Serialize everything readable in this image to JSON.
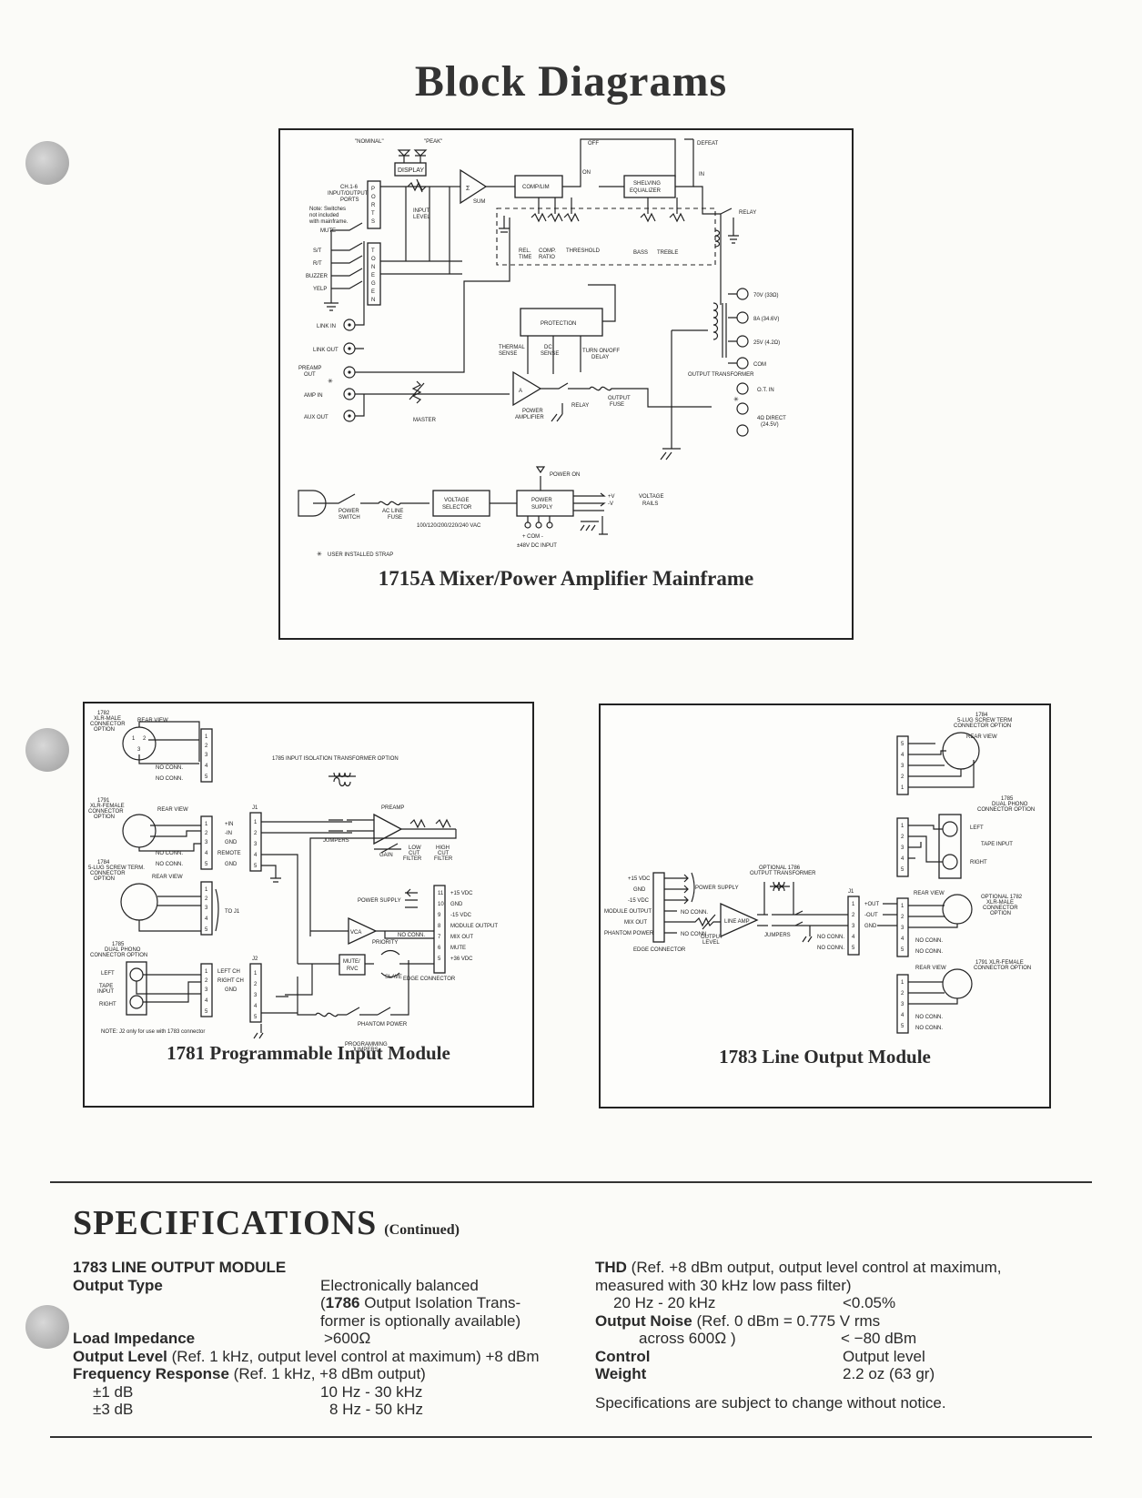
{
  "page_title": "Block Diagrams",
  "diagram_main": {
    "caption": "1715A Mixer/Power Amplifier Mainframe",
    "labels": {
      "nominal": "\"NOMINAL\"",
      "peak": "\"PEAK\"",
      "display": "DISPLAY",
      "ch": "CH.1-6",
      "io": "INPUT/OUTPUT",
      "ports_lbl": "PORTS",
      "note1": "Note: Switches",
      "note2": "not included",
      "note3": "with mainframe.",
      "mute": "MUTE",
      "st": "S/T",
      "rt": "R/T",
      "buzzer": "BUZZER",
      "yelp": "YELP",
      "ports": "PORTS",
      "tonegen": "TONE GEN",
      "input_level1": "INPUT",
      "input_level2": "LEVEL",
      "sum": "SUM",
      "compl": "COMP/LIM",
      "shelving1": "SHELVING",
      "shelving2": "EQUALIZER",
      "off": "OFF",
      "on": "ON",
      "defeat": "DEFEAT",
      "in": "IN",
      "relay": "RELAY",
      "rel": "REL.",
      "time": "TIME",
      "comp": "COMP.",
      "ratio": "RATIO",
      "threshold": "THRESHOLD",
      "bass": "BASS",
      "treble": "TREBLE",
      "v70": "70V (33Ω)",
      "a8": "8A (34.6V)",
      "v25": "25V (4.2Ω)",
      "com": "COM",
      "out_xfmr": "OUTPUT TRANSFORMER",
      "ot_in": "O.T. IN",
      "direct1": "4Ω DIRECT",
      "direct2": "(24.5V)",
      "protection": "PROTECTION",
      "thermal1": "THERMAL",
      "thermal2": "SENSE",
      "dc1": "DC",
      "dc2": "SENSE",
      "turnon1": "TURN ON/OFF",
      "turnon2": "DELAY",
      "link_in": "LINK IN",
      "link_out": "LINK OUT",
      "preamp_out1": "PREAMP",
      "preamp_out2": "OUT",
      "amp_in": "AMP IN",
      "aux_out": "AUX OUT",
      "master": "MASTER",
      "power_amp1": "POWER",
      "power_amp2": "AMPLIFIER",
      "relay2": "RELAY",
      "out_fuse1": "OUTPUT",
      "out_fuse2": "FUSE",
      "amp_a": "A",
      "power_on": "POWER ON",
      "power_switch1": "POWER",
      "power_switch2": "SWITCH",
      "acfuse1": "AC LINE",
      "acfuse2": "FUSE",
      "vsel1": "VOLTAGE",
      "vsel2": "SELECTOR",
      "psu1": "POWER",
      "psu2": "SUPPLY",
      "vac": "100/120/200/220/240 VAC",
      "plusv": "+V",
      "minusv": "-V",
      "rails1": "VOLTAGE",
      "rails2": "RAILS",
      "plus_com_minus": "+  COM  -",
      "dc_input": "±48V DC INPUT",
      "strap": "USER INSTALLED STRAP"
    }
  },
  "diagram_1781": {
    "caption": "1781 Programmable Input Module",
    "labels": {
      "xlr_male1": "1782",
      "xlr_male2": "XLR-MALE",
      "xlr_male3": "CONNECTOR",
      "xlr_male4": "OPTION",
      "rear_view": "REAR VIEW",
      "no_conn": "NO CONN.",
      "xlr_female1": "1791",
      "xlr_female2": "XLR-FEMALE",
      "xlr_female3": "CONNECTOR",
      "xlr_female4": "OPTION",
      "screw1": "1784",
      "screw2": "5-LUG SCREW TERM.",
      "screw3": "CONNECTOR",
      "screw4": "OPTION",
      "phono1": "1785",
      "phono2": "DUAL PHONO",
      "phono3": "CONNECTOR OPTION",
      "left": "LEFT",
      "tape1": "TAPE",
      "tape2": "INPUT",
      "right": "RIGHT",
      "xfmr_opt": "1785 INPUT ISOLATION TRANSFORMER OPTION",
      "preamp": "PREAMP",
      "jumpers": "JUMPERS",
      "gain": "GAIN",
      "low_cut1": "LOW",
      "low_cut2": "CUT",
      "high_cut1": "HIGH",
      "high_cut2": "CUT",
      "filter": "FILTER",
      "in_plus": "+IN",
      "in_minus": "-IN",
      "gnd": "GND",
      "remote": "REMOTE",
      "to_j1": "TO J1",
      "left_ch": "LEFT CH",
      "right_ch": "RIGHT CH",
      "j1": "J1",
      "j2": "J2",
      "power_supply": "POWER SUPPLY",
      "v15p": "+15 VDC",
      "gnd2": "GND",
      "v15m": "-15 VDC",
      "module_output": "MODULE OUTPUT",
      "mix_out": "MIX OUT",
      "mute": "MUTE",
      "v36": "+36 VDC",
      "vca": "VCA",
      "priority": "PRIORITY",
      "mute_rvc1": "MUTE/",
      "mute_rvc2": "RVC",
      "slave": "SLAVE",
      "edge": "EDGE CONNECTOR",
      "phantom": "PHANTOM POWER",
      "prog1": "PROGRAMMING",
      "prog2": "JUMPERS",
      "note": "NOTE: J2 only for use with 1783 connector"
    }
  },
  "diagram_1783": {
    "caption": "1783 Line Output Module",
    "labels": {
      "screw1": "1784",
      "screw2": "5-LUG SCREW TERM",
      "screw3": "CONNECTOR OPTION",
      "rear_view": "REAR VIEW",
      "phono1": "1785",
      "phono2": "DUAL PHONO",
      "phono3": "CONNECTOR OPTION",
      "left": "LEFT",
      "tape_input": "TAPE INPUT",
      "right": "RIGHT",
      "xlr_male1": "OPTIONAL 1782",
      "xlr_male2": "XLR-MALE",
      "xlr_male3": "CONNECTOR",
      "xlr_male4": "OPTION",
      "no_conn": "NO CONN.",
      "xlr_female1": "1791 XLR-FEMALE",
      "xlr_female2": "CONNECTOR OPTION",
      "v15p": "+15 VDC",
      "gnd": "GND",
      "v15m": "-15 VDC",
      "module_output": "MODULE OUTPUT",
      "mix_out": "MIX OUT",
      "phantom_power": "PHANTOM POWER",
      "power_supply": "POWER SUPPLY",
      "out_level1": "OUTPUT",
      "out_level2": "LEVEL",
      "line_amp": "LINE AMP",
      "opt_xfmr1": "OPTIONAL 1786",
      "opt_xfmr2": "OUTPUT TRANSFORMER",
      "jumpers": "JUMPERS",
      "edge": "EDGE CONNECTOR",
      "j1": "J1",
      "out_plus": "+OUT",
      "out_minus": "-OUT",
      "gnd2": "GND"
    }
  },
  "specs": {
    "heading": "SPECIFICATIONS",
    "continued": "(Continued)",
    "left": {
      "title": "1783 LINE OUTPUT MODULE",
      "output_type_label": "Output Type",
      "output_type_1": "Electronically balanced",
      "output_type_2a": "(",
      "output_type_2b": "1786",
      "output_type_2c": " Output Isolation Trans-",
      "output_type_3": "former is optionally available)",
      "load_label": "Load Impedance",
      "load_value": ">600Ω",
      "level_label": "Output Level",
      "level_text": " (Ref. 1 kHz, output level control at maximum) +8 dBm",
      "freq_label": "Frequency Response",
      "freq_text": " (Ref. 1 kHz, +8 dBm output)",
      "pm1_label": "±1 dB",
      "pm1_value": "10 Hz - 30 kHz",
      "pm3_label": "±3 dB",
      "pm3_value": "8 Hz - 50 kHz"
    },
    "right": {
      "thd_label": "THD",
      "thd_text": " (Ref. +8 dBm output, output level control at maximum,",
      "thd_text2": "measured with 30 kHz low pass filter)",
      "thd_range": "20 Hz - 20 kHz",
      "thd_value": "<0.05%",
      "noise_label": "Output Noise",
      "noise_text": " (Ref. 0 dBm = 0.775 V rms",
      "noise_across": "across 600Ω )",
      "noise_value": "< −80 dBm",
      "control_label": "Control",
      "control_value": "Output level",
      "weight_label": "Weight",
      "weight_value": "2.2 oz (63 gr)",
      "disclaimer": "Specifications are subject to change without notice."
    }
  }
}
